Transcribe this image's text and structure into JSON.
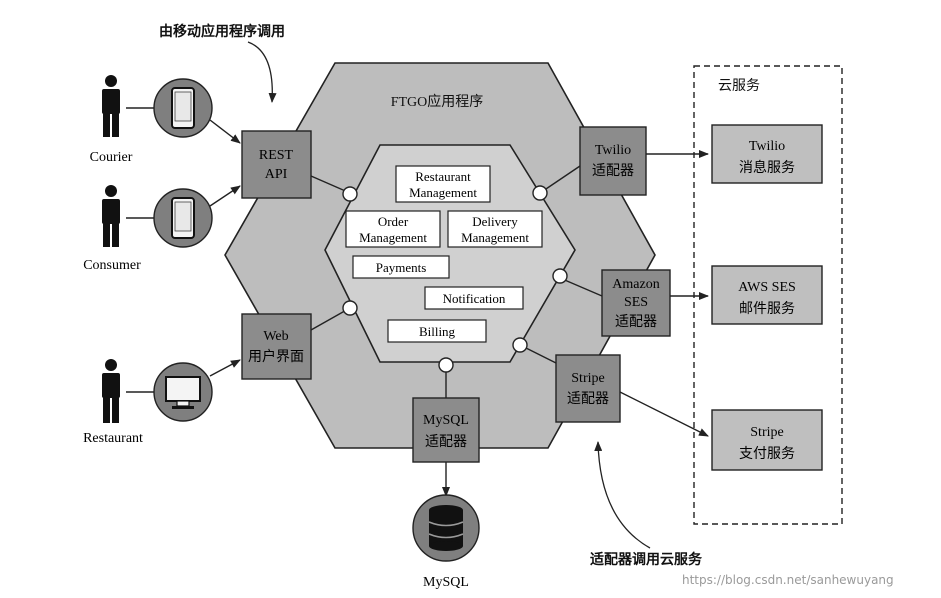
{
  "annotations": {
    "top_callout": "由移动应用程序调用",
    "bottom_callout": "适配器调用云服务",
    "watermark": "https://blog.csdn.net/sanhewuyang"
  },
  "app": {
    "title": "FTGO应用程序",
    "modules": {
      "restaurant_line1": "Restaurant",
      "restaurant_line2": "Management",
      "order_line1": "Order",
      "order_line2": "Management",
      "delivery_line1": "Delivery",
      "delivery_line2": "Management",
      "payments": "Payments",
      "notification": "Notification",
      "billing": "Billing"
    }
  },
  "actors": {
    "courier": "Courier",
    "consumer": "Consumer",
    "restaurant": "Restaurant"
  },
  "adapters": {
    "rest_line1": "REST",
    "rest_line2": "API",
    "web_line1": "Web",
    "web_line2": "用户界面",
    "twilio_line1": "Twilio",
    "twilio_line2": "适配器",
    "ses_line1": "Amazon",
    "ses_line2": "SES",
    "ses_line3": "适配器",
    "stripe_line1": "Stripe",
    "stripe_line2": "适配器",
    "mysql_line1": "MySQL",
    "mysql_line2": "适配器"
  },
  "cloud": {
    "title": "云服务",
    "twilio_line1": "Twilio",
    "twilio_line2": "消息服务",
    "ses_line1": "AWS SES",
    "ses_line2": "邮件服务",
    "stripe_line1": "Stripe",
    "stripe_line2": "支付服务"
  },
  "database": {
    "label": "MySQL"
  },
  "icons": {
    "actor": "person-icon",
    "mobile": "smartphone-icon",
    "desktop": "monitor-icon",
    "db": "database-icon"
  },
  "colors": {
    "outer_hexagon": "#bdbdbd",
    "inner_hexagon": "#d0d0d0",
    "adapter_box": "#8c8c8c",
    "device_circle": "#7f7f7f",
    "cloud_box": "#bfbfbf",
    "stroke": "#222222"
  }
}
